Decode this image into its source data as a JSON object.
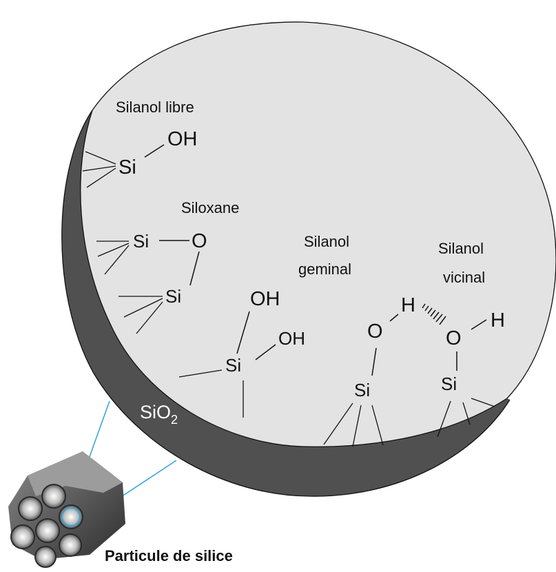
{
  "labels": {
    "silanol_libre": "Silanol libre",
    "siloxane": "Siloxane",
    "silanol_geminal_1": "Silanol",
    "silanol_geminal_2": "geminal",
    "silanol_vicinal_1": "Silanol",
    "silanol_vicinal_2": "vicinal",
    "particle_caption": "Particule de silice"
  },
  "atoms": {
    "si": "Si",
    "o": "O",
    "oh": "OH",
    "h": "H"
  },
  "sio2": {
    "base": "SiO",
    "subscript": "2"
  },
  "colors": {
    "background": "#ffffff",
    "pore_interior": "#e3e3e3",
    "silica_wall": "#505050",
    "zoom_lines": "#3aa7d8",
    "bonds": "#111111"
  }
}
